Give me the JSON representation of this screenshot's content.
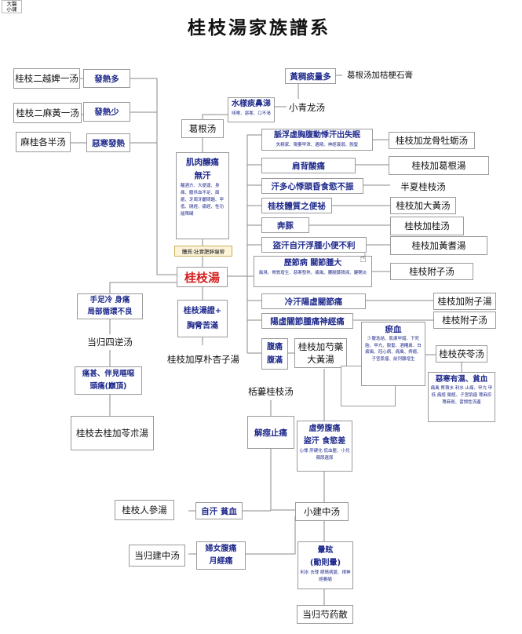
{
  "corner_label": [
    "大醫",
    "小课"
  ],
  "title": "桂枝湯家族譜系",
  "center": "桂枝湯",
  "nodes": {
    "n_erYueBi": "桂枝二越婢一汤",
    "n_faReDuo": "發熱多",
    "n_erMaHuang": "桂枝二麻黃一汤",
    "n_faReShao": "發熱少",
    "n_maGuiGeBan": "麻桂各半汤",
    "n_wuHanFaRe": "惡寒發熱",
    "n_gegen": "葛根汤",
    "n_jiRou": "肌肉醸痛",
    "n_wuHan": "無汗",
    "n_jiRouNote": "醒酒方、大便溏、身痛、腹供血不足、面瘡、牙周牙齦問題、甲低、閉經、痛經、性功能障礙",
    "n_tizhi": "體質:壯實肥胖瘦勞",
    "n_shuiyang": "水樣痰鼻涕",
    "n_shuiyangNote": "咳嗽、惡寒、口不渴",
    "n_xiaoqinglong": "小青龙汤",
    "n_huangChou": "黃稠痰量多",
    "n_gegenJiaJie": "葛根汤加桔梗石膏",
    "n_maiFu": "脈浮虛胸腹動悸汗出失眠",
    "n_maiFuNote": "失精家、陽萎早泄、遺精、神經衰弱、脫髮",
    "n_longMu": "桂枝加龙骨牡蛎汤",
    "n_jianBei": "肩背酸痛",
    "n_jiaGegen": "桂枝加葛根湯",
    "n_hanDuo": "汗多心悸頭昏食慾不振",
    "n_banXia": "半夏桂枝汤",
    "n_tizhiBian": "桂枝體質之便祕",
    "n_daHuang": "桂枝加大黃汤",
    "n_bentun": "奔豚",
    "n_jiaGui": "桂枝加桂汤",
    "n_daoHan": "盜汗自汗浮腫小便不利",
    "n_huangQi": "桂枝加黃耆湯",
    "n_liJie": "歷節病 關節腫大",
    "n_liJieNote": "風濕、骨質增生、惡寒發熱、痛風、腰腿膝積液、腱鞘炎",
    "n_fuzi1": "桂枝附子汤",
    "n_lengHan": "冷汗陽虛關節痛",
    "n_jiaFuzi": "桂枝加附子湯",
    "n_yangXu": "陽虛關節腫痛神經痛",
    "n_fuzi2": "桂枝附子汤",
    "n_shouZu": "手足冷 身痛",
    "n_juBu": "局部循環不良",
    "n_zheng": "桂枝湯證+",
    "n_xiongMan": "胸脅苦滿",
    "n_danggui4ni": "当归四逆汤",
    "n_houPo": "桂枝加厚朴杏子湯",
    "n_fuTong": "腹痛",
    "n_fuMan": "腹滿",
    "n_shaoyao": "桂枝加芍藥大黃湯",
    "n_yuXue": "瘀血",
    "n_yuXueNote": "少腹急結、肌膚甲錯、下死胎、甲亢、脫髮、酒糟鼻、白癜風、冠心病、痛風、痔瘡、子宮肌瘤、前列腺增生",
    "n_fuling": "桂枝茯苓汤",
    "n_tongShen": "痛甚、伴見嘔噁",
    "n_touTong": "頭痛(巔頂)",
    "n_kuolou": "栝蔞桂枝汤",
    "n_wuHanYouShi": "惡寒有濕、貧血",
    "n_wuHanYouShiNote": "痛風 腎積水 利水 止痛、甲亢 甲低 痛經 閉經、子宮肌瘤 蕁麻疹 蕁麻斑、習慣性流產",
    "n_quGui": "桂枝去桂加苓朮湯",
    "n_jieJing": "解痙止痛",
    "n_xuLao": "虛勞腹痛",
    "n_daoHan2": "盜汗 食慾差",
    "n_xuLaoNote": "心悸 肝硬化 低血壓、小兒頻尿遺尿",
    "n_renShen": "桂枝人參湯",
    "n_ziHan": "自汗 貧血",
    "n_xiaoJianZhong": "小建中汤",
    "n_jianZhong": "当归建中汤",
    "n_furen": "婦女腹痛",
    "n_yueJing": "月經痛",
    "n_xuanYun": "暈眩",
    "n_dongTiLiang": "(動則暈)",
    "n_xuanYunNote": "利水 去悸 眼睛病變、視神經萎縮",
    "n_shaoyaoSan": "当归芍药散"
  }
}
